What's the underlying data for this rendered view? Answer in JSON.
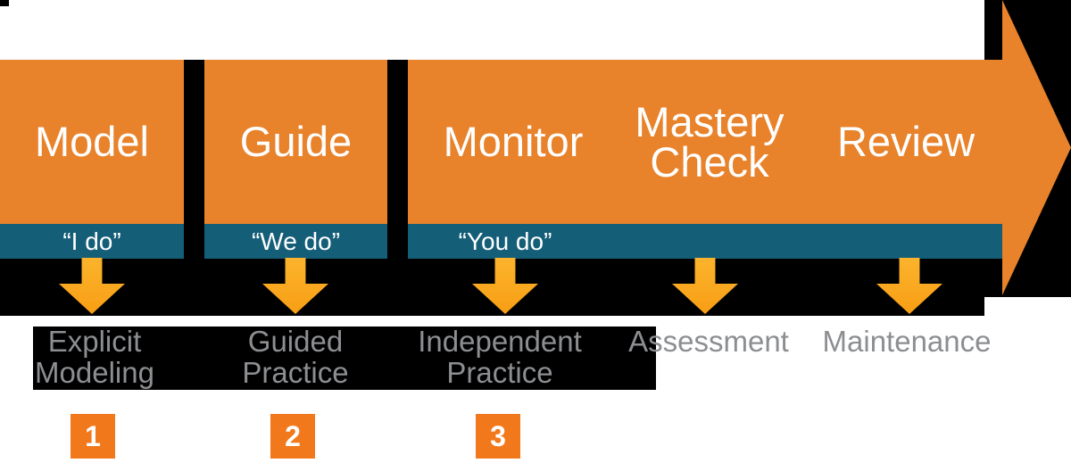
{
  "colors": {
    "banner_orange": "#E8822B",
    "number_square_orange": "#F2791B",
    "teal_band": "#155E78",
    "down_arrow_amber": "#F9A81D",
    "stage_label_gray": "#8C8E91",
    "background_black": "#000000",
    "text_white": "#FFFFFF"
  },
  "banner": {
    "segments": [
      {
        "title": "Model",
        "quote": "“I do”"
      },
      {
        "title": "Guide",
        "quote": "“We do”"
      },
      {
        "quote": "“You do”",
        "titles": [
          {
            "line1": "Monitor"
          },
          {
            "line1": "Mastery",
            "line2": "Check"
          },
          {
            "line1": "Review"
          }
        ]
      }
    ]
  },
  "stages": [
    {
      "line1": "Explicit",
      "line2": "Modeling",
      "number": "1"
    },
    {
      "line1": "Guided",
      "line2": "Practice",
      "number": "2"
    },
    {
      "line1": "Independent",
      "line2": "Practice",
      "number": "3"
    },
    {
      "line1": "Assessment"
    },
    {
      "line1": "Maintenance"
    }
  ]
}
